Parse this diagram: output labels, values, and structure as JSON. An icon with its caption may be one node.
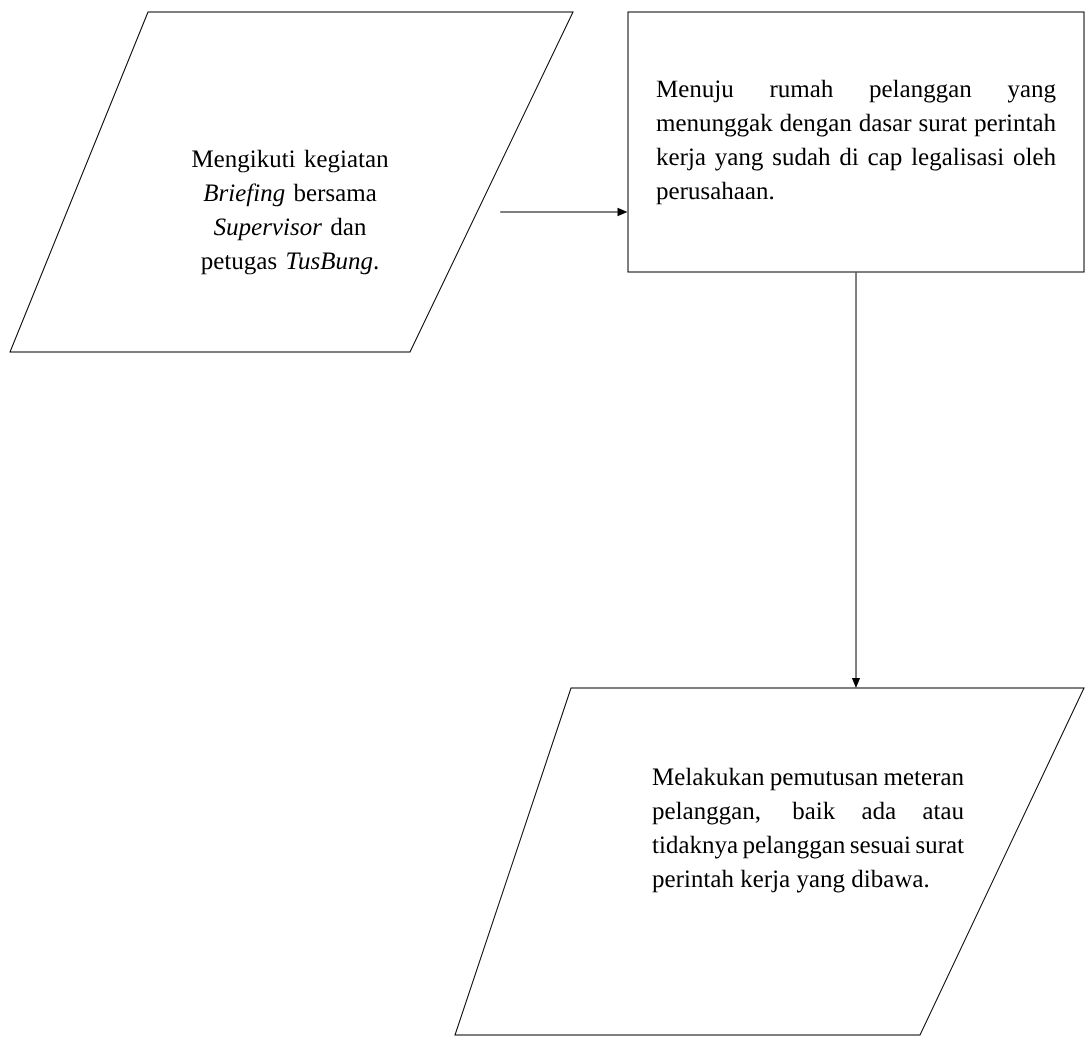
{
  "diagram": {
    "nodes": [
      {
        "text": [
          "Mengikuti kegiatan *Briefing* bersama *Supervisor* dan petugas *TusBung*."
        ]
      },
      {
        "text": [
          "Menuju rumah pelanggan yang menunggak dengan dasar surat perintah kerja yang sudah di cap legalisasi oleh perusahaan."
        ]
      },
      {
        "text": [
          "Melakukan pemutusan meteran pelanggan, baik ada atau tidaknya pelanggan sesuai surat perintah kerja yang dibawa."
        ]
      }
    ],
    "edges": [
      {
        "from": 0,
        "to": 1,
        "arrow": "to"
      },
      {
        "from": 1,
        "to": 2,
        "arrow": "to"
      }
    ]
  }
}
